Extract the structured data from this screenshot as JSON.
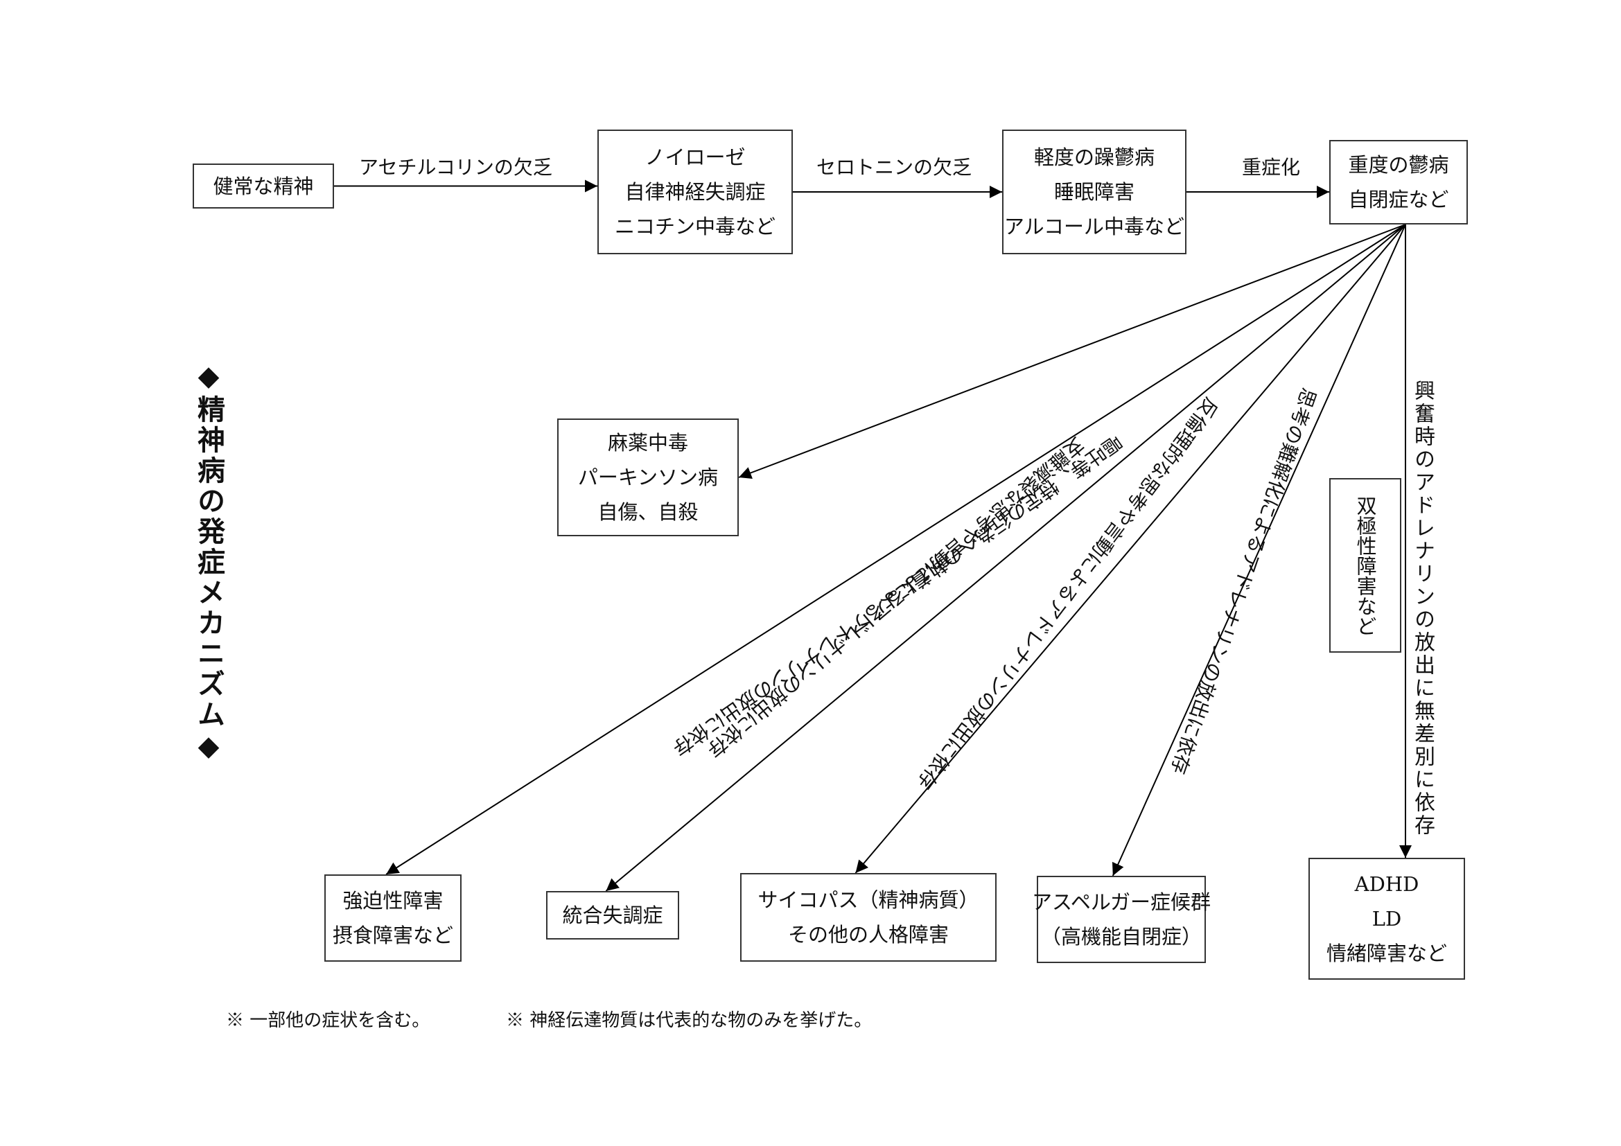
{
  "title": "◆精神病の発症メカニズム◆",
  "nodes": {
    "healthy": {
      "lines": [
        "健常な精神"
      ]
    },
    "neurosis": {
      "lines": [
        "ノイローゼ",
        "自律神経失調症",
        "ニコチン中毒など"
      ]
    },
    "mild": {
      "lines": [
        "軽度の躁鬱病",
        "睡眠障害",
        "アルコール中毒など"
      ]
    },
    "severe": {
      "lines": [
        "重度の鬱病",
        "自閉症など"
      ]
    },
    "drugs": {
      "lines": [
        "麻薬中毒",
        "パーキンソン病",
        "自傷、自殺"
      ]
    },
    "bipolar": {
      "lines": [
        "双極性障害など"
      ]
    },
    "ocd": {
      "lines": [
        "強迫性障害",
        "摂食障害など"
      ]
    },
    "schizo": {
      "lines": [
        "統合失調症"
      ]
    },
    "psychopath": {
      "lines": [
        "サイコパス（精神病質）",
        "その他の人格障害"
      ]
    },
    "asperger": {
      "lines": [
        "アスペルガー症候群",
        "（高機能自閉症）"
      ]
    },
    "adhd": {
      "lines": [
        "ADHD",
        "LD",
        "情緒障害など"
      ]
    }
  },
  "edges": [
    {
      "from": "healthy",
      "to": "neurosis",
      "label": "アセチルコリンの欠乏"
    },
    {
      "from": "neurosis",
      "to": "mild",
      "label": "セロトニンの欠乏"
    },
    {
      "from": "mild",
      "to": "severe",
      "label": "重症化"
    },
    {
      "from": "severe",
      "to": "drugs",
      "label": ""
    },
    {
      "from": "severe",
      "to": "ocd",
      "label": "嘔吐等、特定の行為への執着によるアドレナリンの放出に依存"
    },
    {
      "from": "severe",
      "to": "schizo",
      "label": "支離滅裂な思考や言動によるアドレナリンの放出に依存"
    },
    {
      "from": "severe",
      "to": "psychopath",
      "label": "反倫理的な思考や言動によるアドレナリンの放出に依存"
    },
    {
      "from": "severe",
      "to": "asperger",
      "label": "思考の難解化によるアドレナリンの放出に依存"
    },
    {
      "from": "severe",
      "to": "adhd",
      "label": "興奮時のアドレナリンの放出に無差別に依存"
    }
  ],
  "notes": [
    "※ 一部他の症状を含む。",
    "※ 神経伝達物質は代表的な物のみを挙げた。"
  ]
}
